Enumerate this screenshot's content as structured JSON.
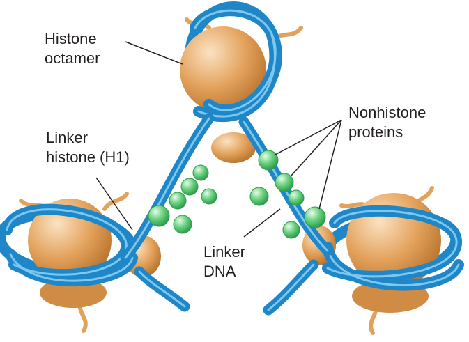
{
  "labels": {
    "histone_octamer": [
      "Histone",
      "octamer"
    ],
    "linker_histone": [
      "Linker",
      "histone (H1)"
    ],
    "nonhistone_proteins": [
      "Nonhistone",
      "proteins"
    ],
    "linker_dna": [
      "Linker",
      "DNA"
    ]
  },
  "colors": {
    "dna_blue": "#1f86c8",
    "dna_highlight": "#7cc8ef",
    "dna_dark": "#0e5f97",
    "histone_tan": "#e3a25c",
    "histone_light": "#fbe2c2",
    "histone_shadow": "#c07a32",
    "protein_green": "#4cc46a",
    "protein_light": "#d6f5dc",
    "leader_line": "#231f20"
  }
}
